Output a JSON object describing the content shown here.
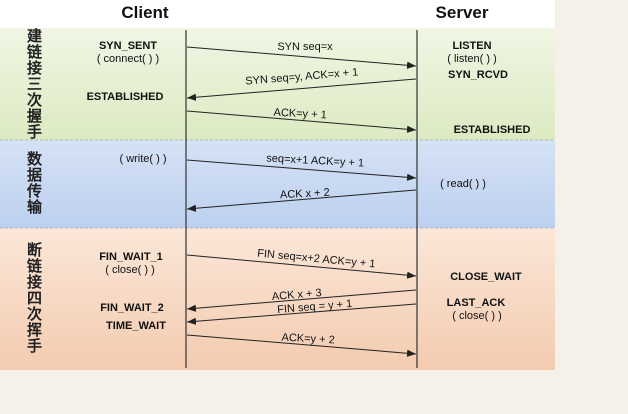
{
  "headers": {
    "client": "Client",
    "server": "Server"
  },
  "phases": [
    {
      "label": "建链接三次握手"
    },
    {
      "label": "数据传输"
    },
    {
      "label": "断链接四次挥手"
    }
  ],
  "client_states": {
    "syn_sent": "SYN_SENT",
    "connect": "( connect( ) )",
    "established": "ESTABLISHED",
    "write": "( write( ) )",
    "fin_wait_1": "FIN_WAIT_1",
    "close": "( close( ) )",
    "fin_wait_2": "FIN_WAIT_2",
    "time_wait": "TIME_WAIT"
  },
  "server_states": {
    "listen": "LISTEN",
    "listen_call": "( listen( ) )",
    "syn_rcvd": "SYN_RCVD",
    "established": "ESTABLISHED",
    "read": "( read( ) )",
    "close_wait": "CLOSE_WAIT",
    "last_ack": "LAST_ACK",
    "close": "( close( ) )"
  },
  "messages": [
    {
      "text": "SYN seq=x",
      "direction": "client-to-server"
    },
    {
      "text": "SYN seq=y, ACK=x + 1",
      "direction": "server-to-client"
    },
    {
      "text": "ACK=y + 1",
      "direction": "client-to-server"
    },
    {
      "text": "seq=x+1 ACK=y + 1",
      "direction": "client-to-server"
    },
    {
      "text": "ACK x + 2",
      "direction": "server-to-client"
    },
    {
      "text": "FIN seq=x+2 ACK=y + 1",
      "direction": "client-to-server"
    },
    {
      "text": "ACK x + 3",
      "direction": "server-to-client"
    },
    {
      "text": "FIN seq = y + 1",
      "direction": "server-to-client"
    },
    {
      "text": "ACK=y + 2",
      "direction": "client-to-server"
    }
  ],
  "colors": {
    "handshake_bg": "#e7f0d3",
    "transfer_bg": "#c9d7f0",
    "teardown_bg": "#f7d9c4",
    "line": "#333333"
  }
}
